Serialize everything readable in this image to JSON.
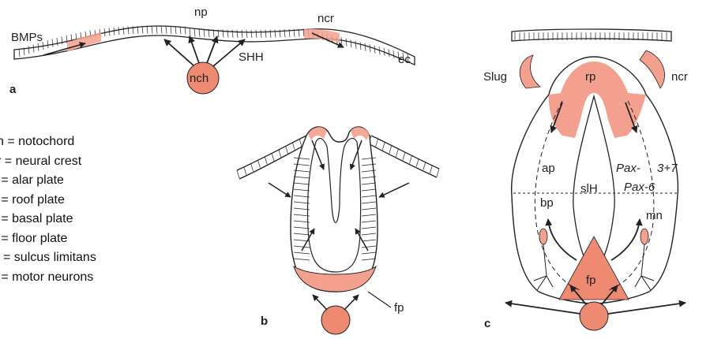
{
  "colors": {
    "pink": "#f4a08e",
    "salmon": "#ef8a72",
    "line": "#222222"
  },
  "panel_a": {
    "tag": "a",
    "labels": {
      "np": "np",
      "bmps": "BMPs",
      "ncr": "ncr",
      "shh": "SHH",
      "ec": "ec",
      "nch": "nch"
    }
  },
  "panel_b": {
    "tag": "b",
    "labels": {
      "fp": "fp"
    }
  },
  "panel_c": {
    "tag": "c",
    "labels": {
      "slug": "Slug",
      "rp": "rp",
      "ncr": "ncr",
      "ap": "ap",
      "pax37_a": "Pax-",
      "pax37_b": "3+7",
      "slh": "slH",
      "bp": "bp",
      "pax6": "Pax-6",
      "mn": "mn",
      "fp": "fp"
    }
  },
  "legend": [
    "ch = notochord",
    "cr = neural crest",
    "o = alar plate",
    "o = roof plate",
    "o = basal plate",
    "o = floor plate",
    "H = sulcus limitans",
    "n = motor neurons"
  ]
}
